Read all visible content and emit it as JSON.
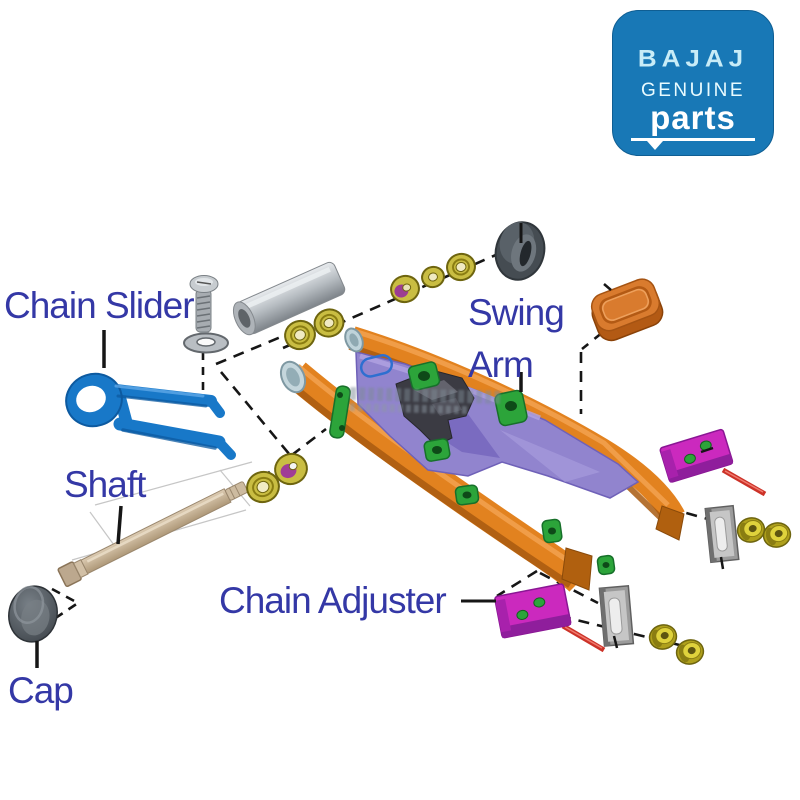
{
  "logo": {
    "brand": "BAJAJ",
    "genuine": "GENUINE",
    "parts": "parts"
  },
  "labels": {
    "chain_slider": "Chain Slider",
    "swing_arm": [
      "Swing",
      "Arm"
    ],
    "shaft": "Shaft",
    "chain_adjuster": "Chain Adjuster",
    "cap": "Cap"
  },
  "colors": {
    "label": "#3438A6",
    "brand_bg": "#1878B6",
    "brand_text": "#C8ECF7",
    "swing_arm_orange": "#E2821F",
    "gusset_purple": "#9184CE",
    "chain_slider_blue": "#1878C8",
    "adjuster_magenta": "#CB29BE",
    "fitting_green": "#2CA43A",
    "washer_yellow": "#C9BD42",
    "shaft_tan": "#C7B49A",
    "bolt_red": "#CC3228",
    "metal_gray": "#9B9B9B",
    "pad_orange": "#D97B2E"
  },
  "parts_shown": [
    "chain-slider",
    "swing-arm",
    "shaft",
    "cap",
    "chain-adjuster",
    "pivot-screw",
    "plain-washer",
    "spacer-tube",
    "bush-washers",
    "pivot-grommet",
    "rubber-pad",
    "adjuster-plate",
    "flange-nuts"
  ]
}
